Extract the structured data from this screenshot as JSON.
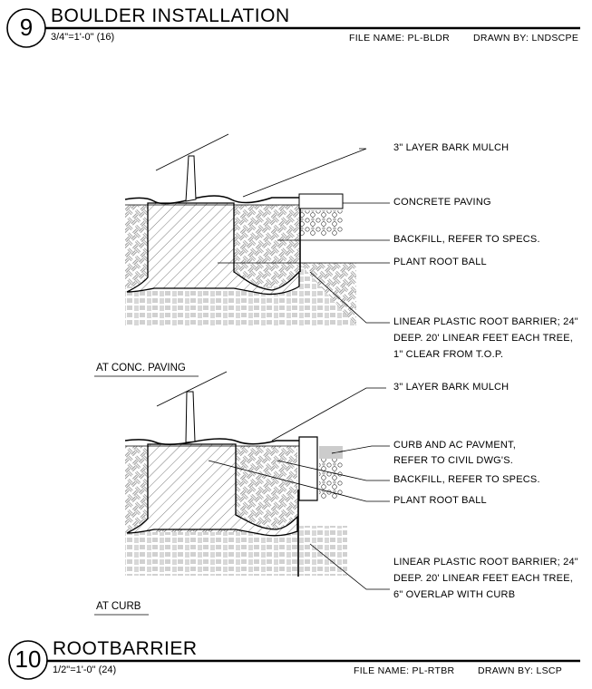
{
  "header_top": {
    "number": "9",
    "title": "BOULDER INSTALLATION",
    "scale": "3/4\"=1'-0\" (16)",
    "file_name": "FILE NAME: PL-BLDR",
    "drawn_by": "DRAWN BY:  LNDSCPE"
  },
  "detail_upper": {
    "caption": "AT CONC. PAVING",
    "labels": [
      "3\" LAYER BARK MULCH",
      "CONCRETE PAVING",
      "BACKFILL, REFER TO SPECS.",
      "PLANT ROOT BALL",
      "LINEAR PLASTIC ROOT BARRIER; 24\"",
      "DEEP. 20' LINEAR FEET EACH TREE,",
      "1\" CLEAR FROM T.O.P."
    ]
  },
  "detail_lower": {
    "caption": "AT CURB",
    "labels": [
      "3\" LAYER BARK MULCH",
      "CURB AND AC PAVMENT,",
      "REFER TO CIVIL DWG'S.",
      "BACKFILL, REFER TO SPECS.",
      "PLANT ROOT BALL",
      "LINEAR PLASTIC ROOT BARRIER; 24\"",
      "DEEP. 20' LINEAR FEET EACH TREE,",
      "6\" OVERLAP WITH CURB"
    ]
  },
  "header_bottom": {
    "number": "10",
    "title": "ROOTBARRIER",
    "scale": "1/2\"=1'-0\" (24)",
    "file_name": "FILE NAME: PL-RTBR",
    "drawn_by": "DRAWN BY:  LSCP"
  }
}
